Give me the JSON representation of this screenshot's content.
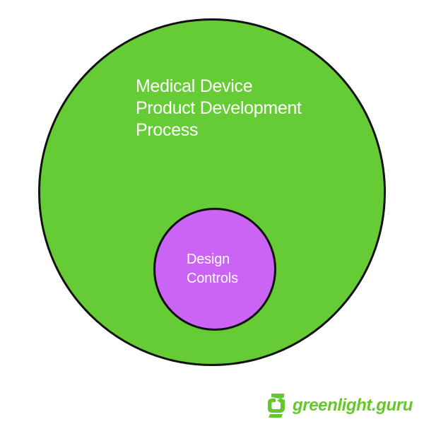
{
  "diagram": {
    "outer": {
      "lines": [
        "Medical Device",
        "Product Development",
        "Process"
      ]
    },
    "inner": {
      "lines": [
        "Design",
        "Controls"
      ]
    }
  },
  "brand": {
    "name": "greenlight.guru",
    "logo_icon": "greenlight-g-logo-icon"
  },
  "colors": {
    "outer_fill": "#65cc35",
    "inner_fill": "#cb63f5",
    "brand_green": "#64c82a",
    "outline": "#111111",
    "label_text": "#ffffff"
  }
}
